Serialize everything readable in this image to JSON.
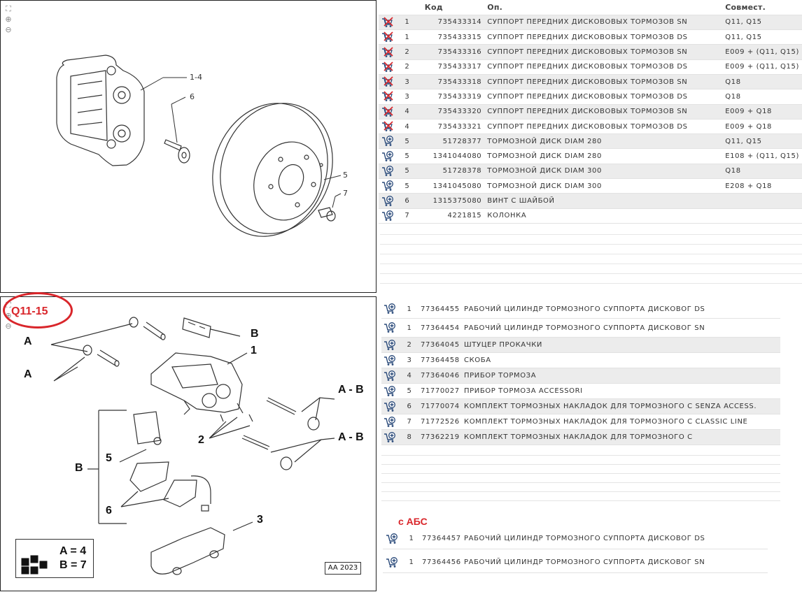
{
  "table1": {
    "headers": {
      "code": "Код",
      "op": "Оп.",
      "compat": "Совмест."
    },
    "rows": [
      {
        "icon": "cart-remove-icon",
        "pos": "1",
        "code": "735433314",
        "desc": "СУППОРТ ПЕРЕДНИХ ДИСКОВОВЫХ ТОРМОЗОВ SN",
        "compat": "Q11, Q15"
      },
      {
        "icon": "cart-remove-icon",
        "pos": "1",
        "code": "735433315",
        "desc": "СУППОРТ ПЕРЕДНИХ ДИСКОВОВЫХ ТОРМОЗОВ DS",
        "compat": "Q11, Q15"
      },
      {
        "icon": "cart-remove-icon",
        "pos": "2",
        "code": "735433316",
        "desc": "СУППОРТ ПЕРЕДНИХ ДИСКОВОВЫХ ТОРМОЗОВ SN",
        "compat": "E009 + (Q11, Q15)"
      },
      {
        "icon": "cart-remove-icon",
        "pos": "2",
        "code": "735433317",
        "desc": "СУППОРТ ПЕРЕДНИХ ДИСКОВОВЫХ ТОРМОЗОВ DS",
        "compat": "E009 + (Q11, Q15)"
      },
      {
        "icon": "cart-remove-icon",
        "pos": "3",
        "code": "735433318",
        "desc": "СУППОРТ ПЕРЕДНИХ ДИСКОВОВЫХ ТОРМОЗОВ SN",
        "compat": "Q18"
      },
      {
        "icon": "cart-remove-icon",
        "pos": "3",
        "code": "735433319",
        "desc": "СУППОРТ ПЕРЕДНИХ ДИСКОВОВЫХ ТОРМОЗОВ DS",
        "compat": "Q18"
      },
      {
        "icon": "cart-remove-icon",
        "pos": "4",
        "code": "735433320",
        "desc": "СУППОРТ ПЕРЕДНИХ ДИСКОВОВЫХ ТОРМОЗОВ SN",
        "compat": "E009 + Q18"
      },
      {
        "icon": "cart-remove-icon",
        "pos": "4",
        "code": "735433321",
        "desc": "СУППОРТ ПЕРЕДНИХ ДИСКОВОВЫХ ТОРМОЗОВ DS",
        "compat": "E009 + Q18"
      },
      {
        "icon": "cart-add-icon",
        "pos": "5",
        "code": "51728377",
        "desc": "ТОРМОЗНОЙ ДИСК DIAM 280",
        "compat": "Q11, Q15"
      },
      {
        "icon": "cart-add-icon",
        "pos": "5",
        "code": "1341044080",
        "desc": "ТОРМОЗНОЙ ДИСК DIAM 280",
        "compat": "E108 + (Q11, Q15)"
      },
      {
        "icon": "cart-add-icon",
        "pos": "5",
        "code": "51728378",
        "desc": "ТОРМОЗНОЙ ДИСК DIAM 300",
        "compat": "Q18"
      },
      {
        "icon": "cart-add-icon",
        "pos": "5",
        "code": "1341045080",
        "desc": "ТОРМОЗНОЙ ДИСК DIAM 300",
        "compat": "E208 + Q18"
      },
      {
        "icon": "cart-add-icon",
        "pos": "6",
        "code": "1315375080",
        "desc": "ВИНТ С ШАЙБОЙ",
        "compat": ""
      },
      {
        "icon": "cart-add-icon",
        "pos": "7",
        "code": "4221815",
        "desc": "КОЛОНКА",
        "compat": ""
      }
    ]
  },
  "table2": {
    "rows": [
      {
        "pos": "1",
        "code": "77364455",
        "desc": "РАБОЧИЙ ЦИЛИНДР ТОРМОЗНОГО СУППОРТА ДИСКОВОГ DS"
      },
      {
        "pos": "1",
        "code": "77364454",
        "desc": "РАБОЧИЙ ЦИЛИНДР ТОРМОЗНОГО СУППОРТА ДИСКОВОГ SN"
      },
      {
        "pos": "2",
        "code": "77364045",
        "desc": "ШТУЦЕР ПРОКАЧКИ"
      },
      {
        "pos": "3",
        "code": "77364458",
        "desc": "СКОБА"
      },
      {
        "pos": "4",
        "code": "77364046",
        "desc": "ПРИБОР ТОРМОЗА"
      },
      {
        "pos": "5",
        "code": "71770027",
        "desc": "ПРИБОР ТОРМОЗА ACCESSORI"
      },
      {
        "pos": "6",
        "code": "71770074",
        "desc": "КОМПЛЕКТ ТОРМОЗНЫХ НАКЛАДОК ДЛЯ ТОРМОЗНОГО С SENZA ACCESS."
      },
      {
        "pos": "7",
        "code": "71772526",
        "desc": "КОМПЛЕКТ ТОРМОЗНЫХ НАКЛАДОК ДЛЯ ТОРМОЗНОГО С CLASSIC LINE"
      },
      {
        "pos": "8",
        "code": "77362219",
        "desc": "КОМПЛЕКТ ТОРМОЗНЫХ НАКЛАДОК ДЛЯ ТОРМОЗНОГО С"
      }
    ]
  },
  "abs": {
    "title": "с АБС",
    "rows": [
      {
        "pos": "1",
        "code": "77364457",
        "desc": "РАБОЧИЙ ЦИЛИНДР ТОРМОЗНОГО СУППОРТА ДИСКОВОГ DS"
      },
      {
        "pos": "1",
        "code": "77364456",
        "desc": "РАБОЧИЙ ЦИЛИНДР ТОРМОЗНОГО СУППОРТА ДИСКОВОГ SN"
      }
    ]
  },
  "diagram1": {
    "labels": [
      "1-4",
      "6",
      "5",
      "7"
    ]
  },
  "diagram2": {
    "q_label": "Q11-15",
    "labels": {
      "a1": "A",
      "a2": "A",
      "b1": "B",
      "b2": "B",
      "one": "1",
      "two": "2",
      "three": "3",
      "five": "5",
      "six": "6",
      "ab1": "A - B",
      "ab2": "A - B"
    },
    "legend": {
      "a": "A = 4",
      "b": "B = 7"
    },
    "tag": "AA 2023"
  },
  "colors": {
    "accent_red": "#d9262b",
    "row_alt": "#ececec"
  }
}
